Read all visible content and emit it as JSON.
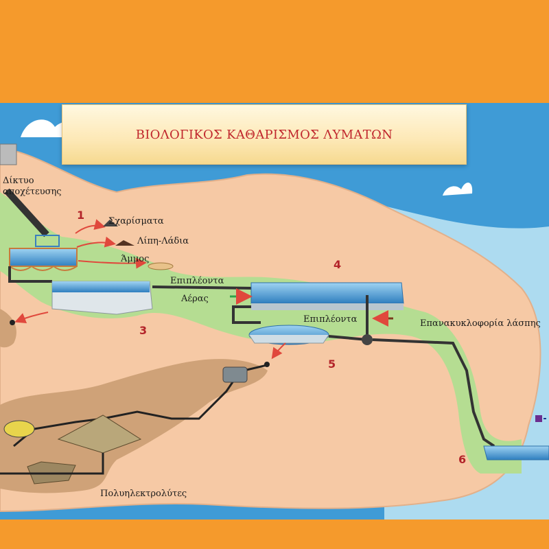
{
  "title": "ΒΙΟΛΟΓΙΚΟΣ ΚΑΘΑΡΙΣΜΟΣ ΛΥΜΑΤΩΝ",
  "labels": {
    "sewer_network": "Δίκτυο αποχέτευσης",
    "screenings": "Σχαρίσματα",
    "fats_oils": "Λίπη-Λάδια",
    "sand": "Άμμος",
    "floating_1": "Επιπλέοντα",
    "air": "Αέρας",
    "floating_2": "Επιπλέοντα",
    "sludge_recirculation": "Επανακυκλοφορία λάσπης",
    "polyelectrolytes": "Πολυηλεκτρολύτες"
  },
  "stage_numbers": [
    "1",
    "3",
    "4",
    "5",
    "6"
  ],
  "colors": {
    "frame": "#f59a2c",
    "sea": "#3f9bd6",
    "land": "#f6c9a5",
    "green_area": "#b5dd92",
    "sludge_area": "#cfa278",
    "water": "#56a7d8",
    "pipe": "#333333",
    "title_text": "#c0272d",
    "stage_number": "#b3242a"
  }
}
